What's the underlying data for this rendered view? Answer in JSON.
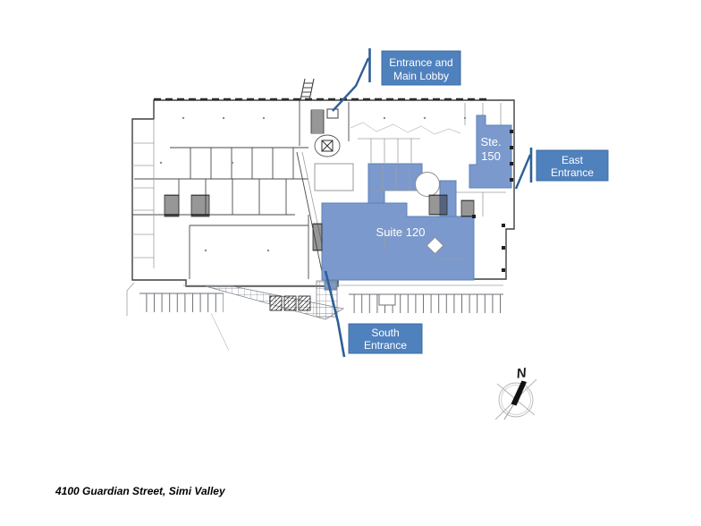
{
  "footer": {
    "address": "4100 Guardian Street, Simi Valley"
  },
  "callouts": {
    "main_lobby": {
      "line1": "Entrance and",
      "line2": "Main Lobby"
    },
    "east": {
      "line1": "East",
      "line2": "Entrance"
    },
    "south": {
      "line1": "South",
      "line2": "Entrance"
    }
  },
  "suites": {
    "suite_120": {
      "label": "Suite 120"
    },
    "ste_150": {
      "line1": "Ste.",
      "line2": "150"
    }
  },
  "compass": {
    "north_label": "N"
  },
  "colors": {
    "suite_fill": "#7b99cc",
    "suite_edge": "#5b82b8",
    "label_fill": "#4f81bd",
    "label_edge": "#3e6ca3",
    "leader": "#2e5f94"
  }
}
